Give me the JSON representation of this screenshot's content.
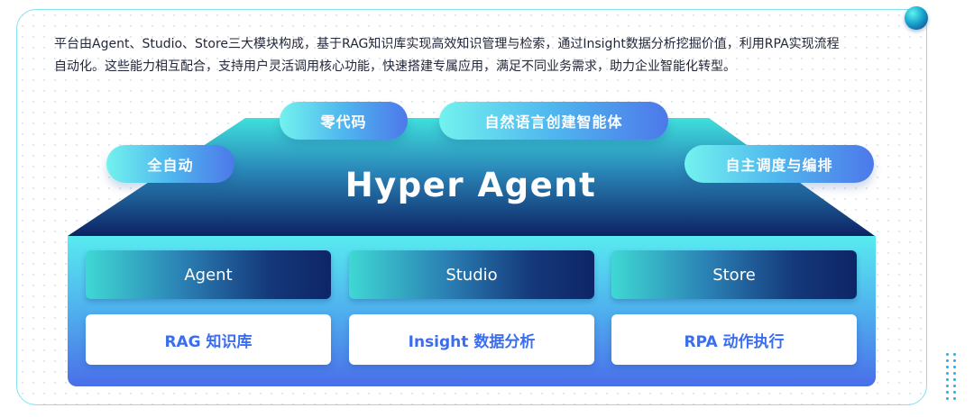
{
  "intro": {
    "line1": "平台由Agent、Studio、Store三大模块构成，基于RAG知识库实现高效知识管理与检索，通过Insight数据分析挖掘价值，利用RPA实现流程",
    "line2": "自动化。这些能力相互配合，支持用户灵活调用核心功能，快速搭建专属应用，满足不同业务需求，助力企业智能化转型。"
  },
  "platform": {
    "title": "Hyper Agent",
    "features": [
      "零代码",
      "自然语言创建智能体",
      "全自动",
      "自主调度与编排"
    ]
  },
  "modules": [
    "Agent",
    "Studio",
    "Store"
  ],
  "capabilities": [
    "RAG 知识库",
    "Insight 数据分析",
    "RPA 动作执行"
  ],
  "colors": {
    "accent_cyan": "#58ebf0",
    "accent_blue": "#4a6ee9",
    "deep_navy": "#0e2566",
    "capability_text": "#3b6df0"
  }
}
